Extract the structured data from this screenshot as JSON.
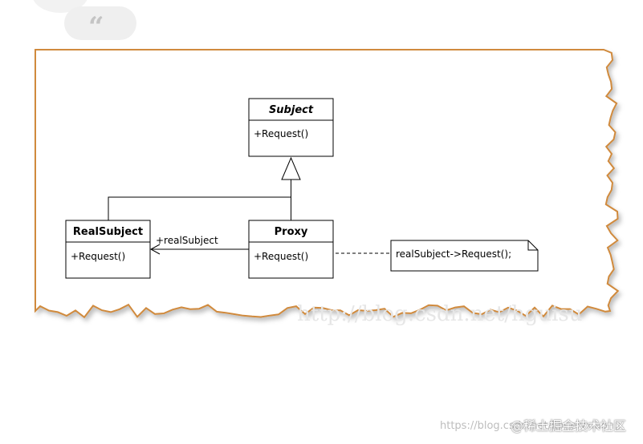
{
  "diagram": {
    "subject": {
      "name": "Subject",
      "method": "+Request()"
    },
    "real_subject": {
      "name": "RealSubject",
      "method": "+Request()"
    },
    "proxy": {
      "name": "Proxy",
      "method": "+Request()"
    },
    "association_label": "+realSubject",
    "note_text": "realSubject->Request();"
  },
  "watermarks": {
    "faint_url": "http://blog.csdn.net/hguisu",
    "footer_url": "https://blog.csdn.net/Lonelyxiaohu",
    "brand": "@稀土掘金技术社区"
  },
  "colors": {
    "frame_border": "#d08a3c",
    "line": "#000000"
  }
}
